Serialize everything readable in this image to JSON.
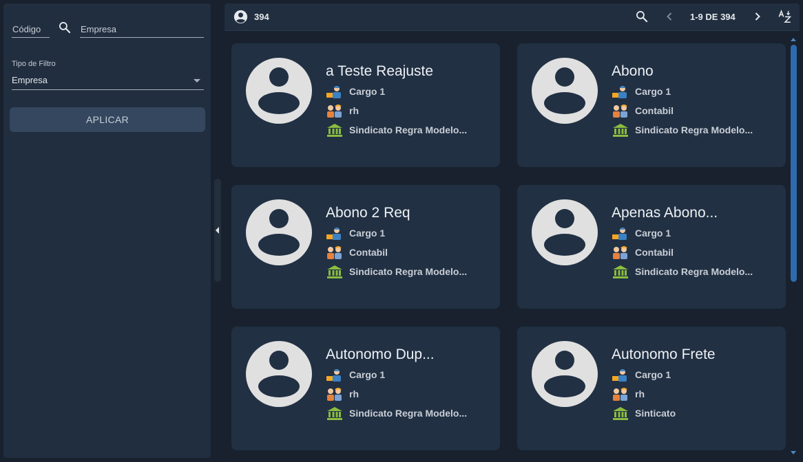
{
  "filter": {
    "codigo_placeholder": "Código",
    "empresa_placeholder": "Empresa",
    "filter_type_label": "Tipo de Filtro",
    "filter_type_value": "Empresa",
    "apply_label": "APLICAR"
  },
  "toolbar": {
    "count": "394",
    "pagination": "1-9 DE 394"
  },
  "icons": {
    "count": "account-circle-icon",
    "search": "search-icon",
    "prev": "chevron-left-icon",
    "next": "chevron-right-icon",
    "sort": "sort-alphabetical-icon",
    "cargo": "worker-icon",
    "departamento": "people-icon",
    "sindicato": "bank-building-icon"
  },
  "colors": {
    "panel": "#212e3f",
    "card": "#213043",
    "accent": "#2f6aaf"
  },
  "cards": [
    {
      "title": "a Teste Reajuste",
      "cargo": "Cargo 1",
      "departamento": "rh",
      "sindicato": "Sindicato Regra Modelo..."
    },
    {
      "title": "Abono",
      "cargo": "Cargo 1",
      "departamento": "Contabil",
      "sindicato": "Sindicato Regra Modelo..."
    },
    {
      "title": "Abono 2 Req",
      "cargo": "Cargo 1",
      "departamento": "Contabil",
      "sindicato": "Sindicato Regra Modelo..."
    },
    {
      "title": "Apenas Abono...",
      "cargo": "Cargo 1",
      "departamento": "Contabil",
      "sindicato": "Sindicato Regra Modelo..."
    },
    {
      "title": "Autonomo Dup...",
      "cargo": "Cargo 1",
      "departamento": "rh",
      "sindicato": "Sindicato Regra Modelo..."
    },
    {
      "title": "Autonomo Frete",
      "cargo": "Cargo 1",
      "departamento": "rh",
      "sindicato": "Sinticato"
    }
  ]
}
